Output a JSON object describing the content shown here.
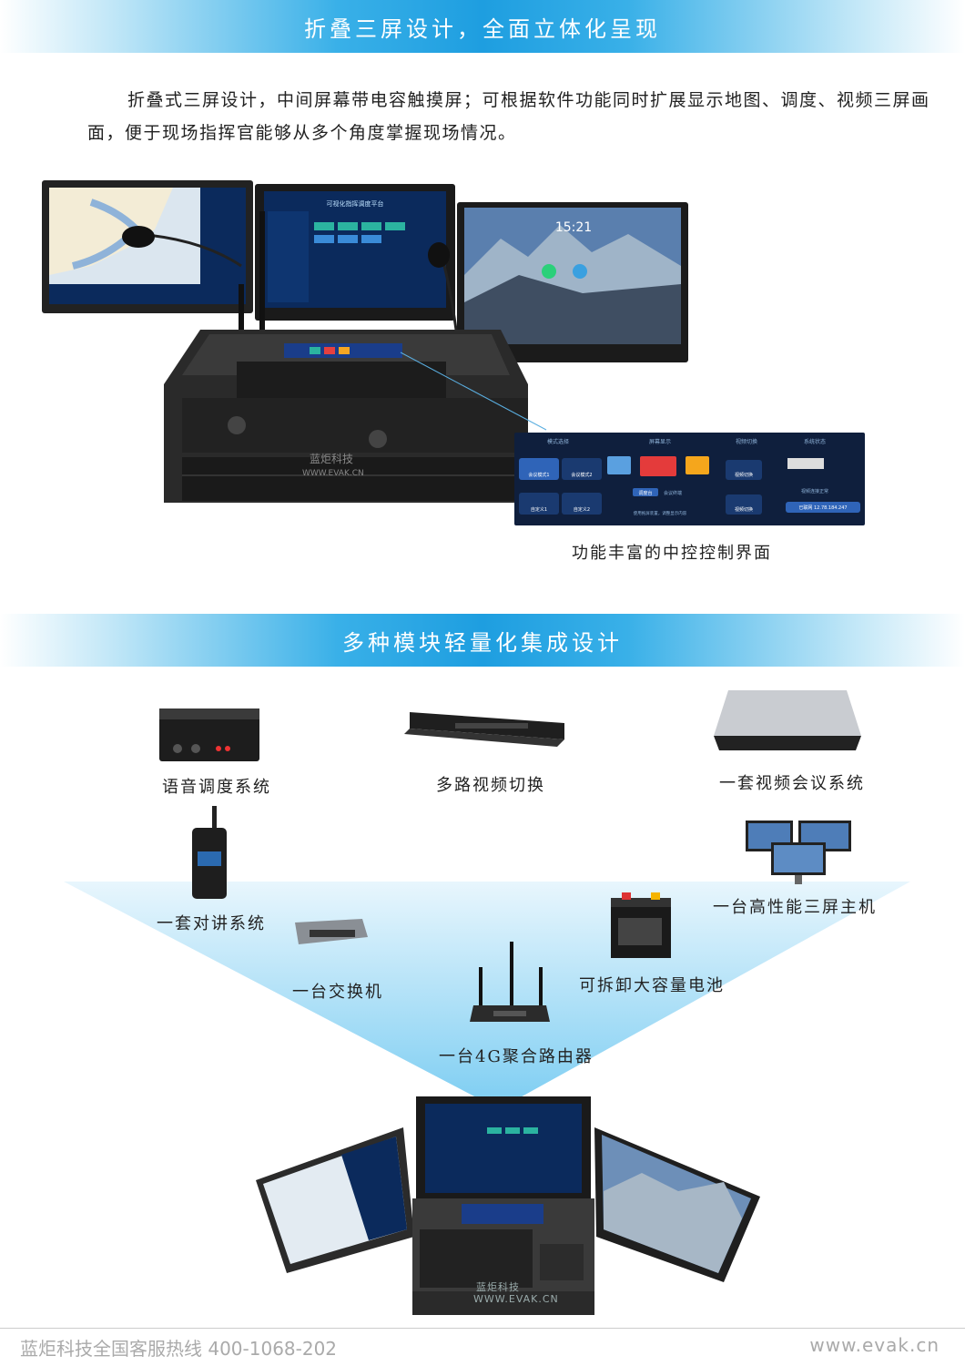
{
  "section1": {
    "title": "折叠三屏设计，全面立体化呈现",
    "intro": "折叠式三屏设计，中间屏幕带电容触摸屏；可根据软件功能同时扩展显示地图、调度、视频三屏画面，便于现场指挥官能够从多个角度掌握现场情况。",
    "device_screen_center_title": "可视化指挥调度平台",
    "device_clock": "15:21",
    "device_watermark_brand": "蓝炬科技",
    "device_watermark_url": "WWW.EVAK.CN",
    "control_panel": {
      "headers": [
        "模式选择",
        "屏幕显示",
        "视频切换",
        "系统状态"
      ],
      "mode_buttons": [
        "会议模式1",
        "会议模式2",
        "自定义1",
        "自定义2"
      ],
      "display_buttons": [
        "调度台",
        "会议终端"
      ],
      "display_note": "使用拖屏装置，调整显示内容",
      "video_buttons": [
        "视频切换",
        "视频切换"
      ],
      "status_label": "视频连接正常",
      "status_ip": "已联网 12.78.184.247"
    },
    "caption": "功能丰富的中控控制界面"
  },
  "section2": {
    "title": "多种模块轻量化集成设计",
    "modules": [
      "语音调度系统",
      "多路视频切换",
      "一套视频会议系统",
      "一套对讲系统",
      "一台高性能三屏主机",
      "一台交换机",
      "可拆卸大容量电池",
      "一台4G聚合路由器"
    ]
  },
  "footer": {
    "hotline": "蓝炬科技全国客服热线  400-1068-202",
    "website": "www.evak.cn"
  },
  "colors": {
    "banner_blue": "#1e9ee0",
    "panel_dark": "#0f1f3d",
    "screen_blue": "#0b2a5c"
  }
}
